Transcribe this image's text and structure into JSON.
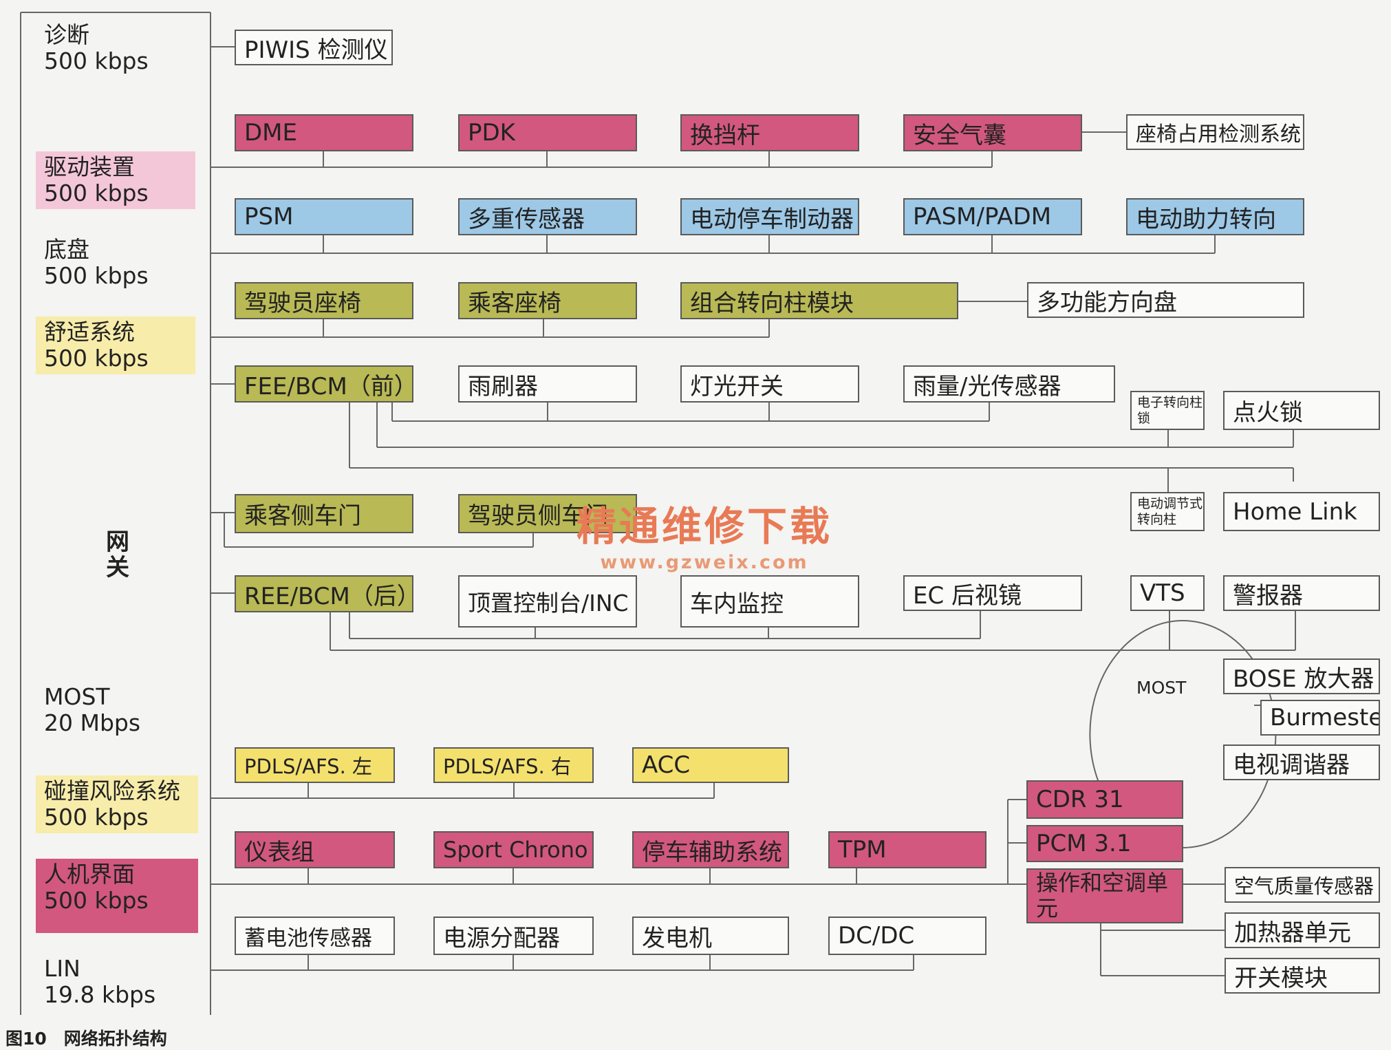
{
  "buses": [
    {
      "name": "诊断",
      "speed": "500 kbps"
    },
    {
      "name": "驱动装置",
      "speed": "500 kbps"
    },
    {
      "name": "底盘",
      "speed": "500 kbps"
    },
    {
      "name": "舒适系统",
      "speed": "500 kbps"
    },
    {
      "name": "MOST",
      "speed": "20 Mbps"
    },
    {
      "name": "碰撞风险系统",
      "speed": "500 kbps"
    },
    {
      "name": "人机界面",
      "speed": "500 kbps"
    },
    {
      "name": "LIN",
      "speed": "19.8 kbps"
    }
  ],
  "gateway_label": "网关",
  "most_ring_label": "MOST",
  "caption": "图10　网络拓扑结构",
  "watermark": {
    "title": "精通维修下载",
    "url": "www.gzweix.com"
  },
  "colors": {
    "drive": "#d25880",
    "chassis": "#9dc8e6",
    "comfort": "#b9b955",
    "crash": "#f4e06d",
    "hmi": "#d25880",
    "unpowered": "#fafaf8"
  },
  "modules": {
    "diag": [
      "PIWIS 检测仪 II"
    ],
    "drive": [
      "DME",
      "PDK",
      "换挡杆",
      "安全气囊",
      "座椅占用检测系统"
    ],
    "chassis": [
      "PSM",
      "多重传感器",
      "电动停车制动器",
      "PASM/PADM",
      "电动助力转向"
    ],
    "comfort1": [
      "驾驶员座椅",
      "乘客座椅",
      "组合转向柱模块",
      "多功能方向盘"
    ],
    "comfort2": [
      "FEE/BCM（前）",
      "雨刷器",
      "灯光开关",
      "雨量/光传感器",
      "电子转向柱锁",
      "点火锁"
    ],
    "comfort3": [
      "乘客侧车门",
      "驾驶员侧车门",
      "电动调节式转向柱",
      "Home Link"
    ],
    "comfort4": [
      "REE/BCM（后）",
      "顶置控制台/INC",
      "车内监控",
      "EC 后视镜",
      "VTS",
      "警报器"
    ],
    "most": [
      "BOSE 放大器",
      "Burmester",
      "电视调谐器",
      "CDR 31",
      "PCM 3.1"
    ],
    "crash": [
      "PDLS/AFS. 左",
      "PDLS/AFS. 右",
      "ACC"
    ],
    "hmi": [
      "仪表组",
      "Sport Chrono",
      "停车辅助系统",
      "TPM",
      "操作和空调单元"
    ],
    "lin": [
      "蓄电池传感器",
      "电源分配器",
      "发电机",
      "DC/DC",
      "空气质量传感器",
      "加热器单元",
      "开关模块"
    ]
  }
}
